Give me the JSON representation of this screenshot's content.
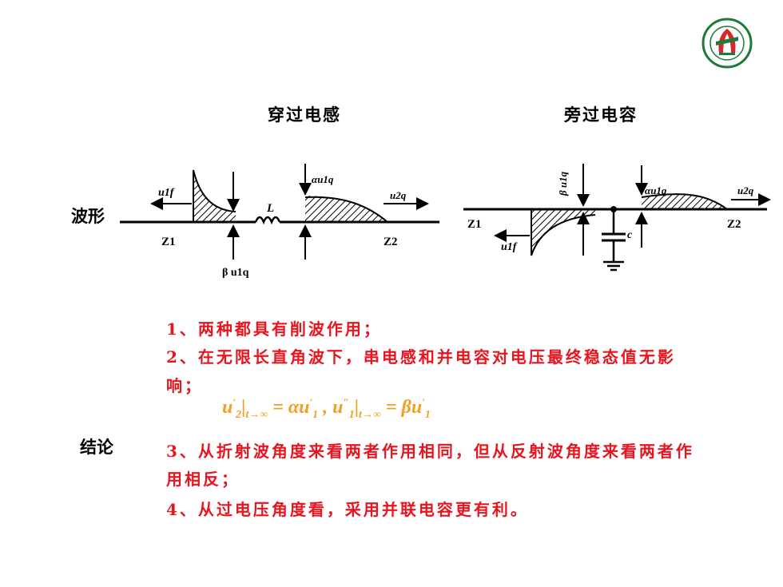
{
  "headers": {
    "left": "穿过电感",
    "right": "旁过电容"
  },
  "row_labels": {
    "waveform": "波形",
    "conclusion": "结论"
  },
  "diagram_left": {
    "u1f": "u1f",
    "alpha_u1q": "αu1q",
    "u2q": "u2q",
    "L": "L",
    "Z1": "Z1",
    "Z2": "Z2",
    "beta_u1q": "β u1q"
  },
  "diagram_right": {
    "beta_u1q": "β u1q",
    "alpha_u1q": "αu1q",
    "u2q": "u2q",
    "Z1": "Z1",
    "Z2": "Z2",
    "u1f": "u1f",
    "c": "c"
  },
  "conclusions": {
    "c1": "1、两种都具有削波作用；",
    "c2_line1": "2、在无限长直角波下，串电感和并电容对电压最终稳态值无影",
    "c2_line2": "响；",
    "c3_line1": "3、从折射波角度来看两者作用相同，但从反射波角度来看两者作",
    "c3_line2": "用相反；",
    "c4": "4、从过电压角度看，采用并联电容更有利。"
  },
  "formula": {
    "u2": "u",
    "u2_sub": "2",
    "u2_sup": "′",
    "limit1": "t→∞",
    "eq1": "= αu",
    "rhs1_sub": "1",
    "rhs1_sup": "′",
    "comma": " , u",
    "u1_sub": "1",
    "u1_sup": "″",
    "limit2": "t→∞",
    "eq2": "= βu",
    "rhs2_sub": "1",
    "rhs2_sup": "′"
  }
}
